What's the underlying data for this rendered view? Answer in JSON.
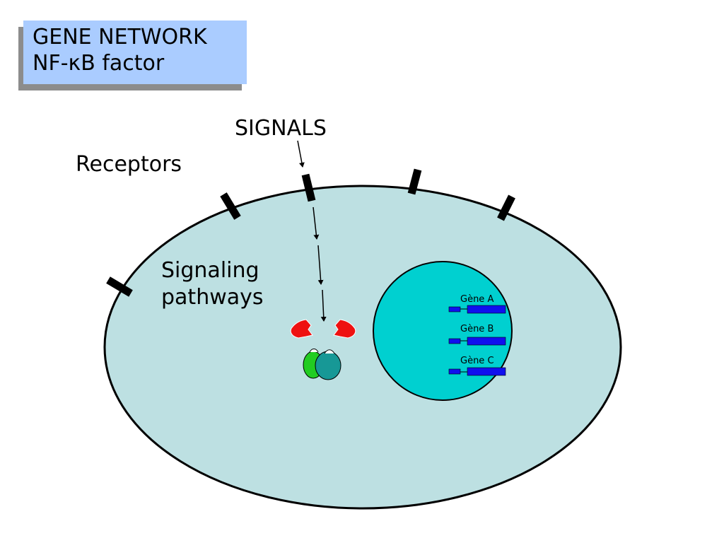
{
  "title": {
    "line1": "GENE NETWORK",
    "line2": "NF-κB factor"
  },
  "labels": {
    "signals": "SIGNALS",
    "receptors": "Receptors",
    "signaling_line1": "Signaling",
    "signaling_line2": "pathways"
  },
  "genes": [
    {
      "label": "Gène A"
    },
    {
      "label": "Gène B"
    },
    {
      "label": "Gène C"
    }
  ],
  "colors": {
    "title_bg": "#aaccff",
    "title_shadow": "#8c8c8c",
    "cell_fill": "#bde0e2",
    "nucleus_fill": "#00d0d0",
    "gene_blue": "#1010ee",
    "inhibitor_red": "#ee1111",
    "subunit_green": "#22cc22",
    "subunit_teal": "#179896"
  }
}
